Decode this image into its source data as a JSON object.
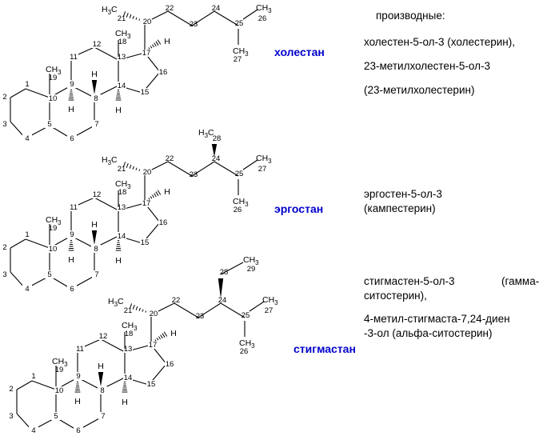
{
  "colors": {
    "compound_label": "#0000cc",
    "line": "#000000",
    "text": "#000000"
  },
  "derivatives_heading": "производные:",
  "compounds": [
    {
      "name": "холестан",
      "derivatives": [
        "холестен-5-ол-3 (холестерин),",
        "23-метилхолестен-5-ол-3",
        "(23-метилхолестерин)"
      ]
    },
    {
      "name": "эргостан",
      "derivatives": [
        "эргостен-5-ол-3",
        "(кампестерин)"
      ]
    },
    {
      "name": "стигмастан",
      "derivatives": [
        "стигмастен-5-ол-3",
        "(гамма-",
        "ситостерин),",
        "4-метил-стигмаста-7,24-диен",
        "-3-ол (альфа-ситостерин)"
      ]
    }
  ],
  "labels": {
    "atoms": [
      "1",
      "2",
      "3",
      "4",
      "5",
      "6",
      "7",
      "8",
      "9",
      "10",
      "11",
      "12",
      "13",
      "14",
      "15",
      "16",
      "17",
      "18",
      "19",
      "20",
      "21",
      "22",
      "23",
      "24",
      "25",
      "26",
      "27",
      "28",
      "29"
    ],
    "h": "H",
    "ch3": "CH3",
    "h3c": "H3C"
  }
}
